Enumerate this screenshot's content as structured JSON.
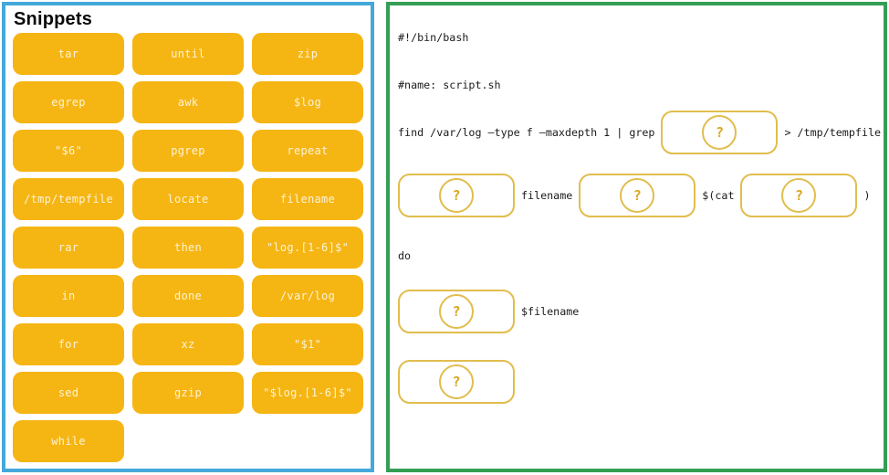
{
  "colors": {
    "left_panel_border": "#44a8da",
    "right_panel_border": "#339e54",
    "snippet_background": "#f5b513",
    "dropzone_border": "#e1bd4d",
    "question_mark": "#d9a820"
  },
  "snippets": {
    "title": "Snippets",
    "items": [
      "tar",
      "until",
      "zip",
      "egrep",
      "awk",
      "$log",
      "\"$6\"",
      "pgrep",
      "repeat",
      "/tmp/tempfile",
      "locate",
      "filename",
      "rar",
      "then",
      "\"log.[1-6]$\"",
      "in",
      "done",
      "/var/log",
      "for",
      "xz",
      "\"$1\"",
      "sed",
      "gzip",
      "\"$log.[1-6]$\"",
      "while"
    ]
  },
  "dropzone": {
    "placeholder": "?"
  },
  "script": {
    "lines": [
      {
        "segments": [
          {
            "type": "text",
            "value": "#!/bin/bash"
          }
        ]
      },
      {
        "segments": [
          {
            "type": "text",
            "value": "#name: script.sh"
          }
        ]
      },
      {
        "segments": [
          {
            "type": "text",
            "value": "find /var/log –type f –maxdepth 1 | grep"
          },
          {
            "type": "dropzone"
          },
          {
            "type": "text",
            "value": "> /tmp/tempfile"
          }
        ]
      },
      {
        "segments": [
          {
            "type": "dropzone"
          },
          {
            "type": "text",
            "value": "filename"
          },
          {
            "type": "dropzone"
          },
          {
            "type": "text",
            "value": "$(cat"
          },
          {
            "type": "dropzone"
          },
          {
            "type": "text",
            "value": ")"
          }
        ]
      },
      {
        "segments": [
          {
            "type": "text",
            "value": "do"
          }
        ]
      },
      {
        "segments": [
          {
            "type": "dropzone"
          },
          {
            "type": "text",
            "value": "$filename"
          }
        ]
      },
      {
        "segments": [
          {
            "type": "dropzone"
          }
        ]
      }
    ]
  }
}
